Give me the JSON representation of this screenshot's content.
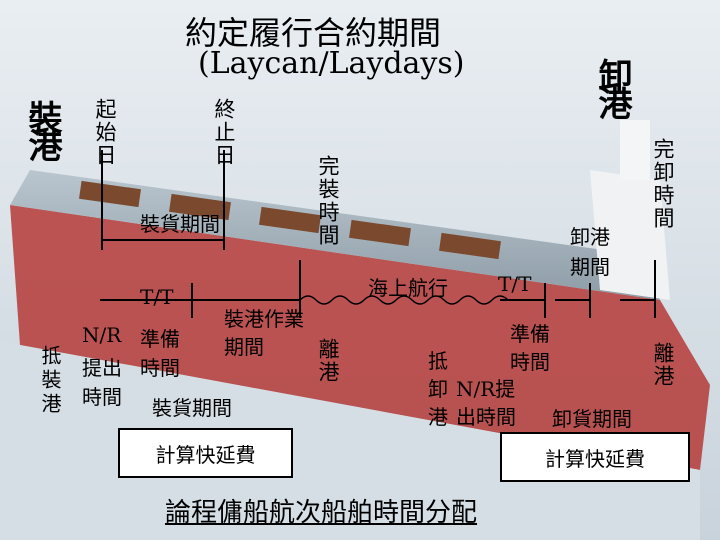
{
  "title_line1": "約定履行合約期間",
  "title_line2": "(Laycan/Laydays)",
  "loading_port": "裝港",
  "discharge_port": "卸港",
  "start_date": "起始日",
  "end_date": "終止日",
  "loading_period_upper": "裝貨期間",
  "loading_complete_time": "完裝時間",
  "tt_left": "T/T",
  "sea_voyage": "海上航行",
  "tt_right": "T/T",
  "discharge_port_period": "卸港期間",
  "discharge_complete_time": "完卸時間",
  "loading_ops_period": "裝港作業期間",
  "depart_left": "離港",
  "arrive_loading_port": "抵裝港",
  "nr_left_1": "N/R",
  "nr_left_2": "提出",
  "nr_left_3": "時間",
  "ready_left_1": "準備",
  "ready_left_2": "時間",
  "loading_period_lower": "裝貨期間",
  "calc_demurrage_left": "計算快延費",
  "right_di": "抵",
  "right_xie": "卸",
  "right_gang": "港",
  "right_nr_submit": "N/R提",
  "right_submit_time": "出時間",
  "ready_right_1": "準備",
  "ready_right_2": "時間",
  "depart_right": "離港",
  "discharge_period_lower": "卸貨期間",
  "calc_demurrage_right": "計算快延費",
  "bottom_caption": "論程傭船航次船舶時間分配"
}
